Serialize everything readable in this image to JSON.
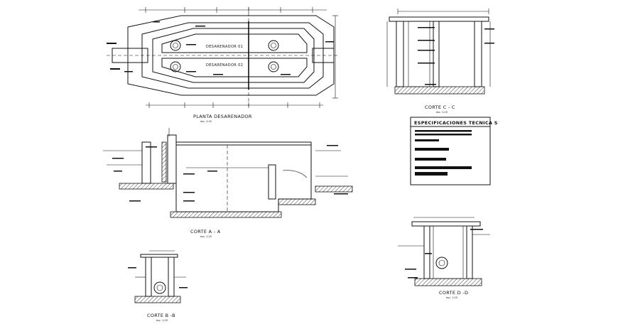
{
  "plan": {
    "title": "PLANTA DESARENADOR",
    "scale": "esc. 1:25",
    "label_1": "DESARENADOR 01",
    "label_2": "DESARENADOR 02"
  },
  "section_cc": {
    "title": "CORTE C - C",
    "scale": "esc. 1:25"
  },
  "section_aa": {
    "title": "CORTE A - A",
    "scale": "esc. 1:25"
  },
  "section_bb": {
    "title": "CORTE B -B",
    "scale": "esc. 1:25"
  },
  "section_dd": {
    "title": "CORTE D -D",
    "scale": "esc. 1:25"
  },
  "specs": {
    "title": "ESPECIFICACIONES TECNICA S"
  }
}
